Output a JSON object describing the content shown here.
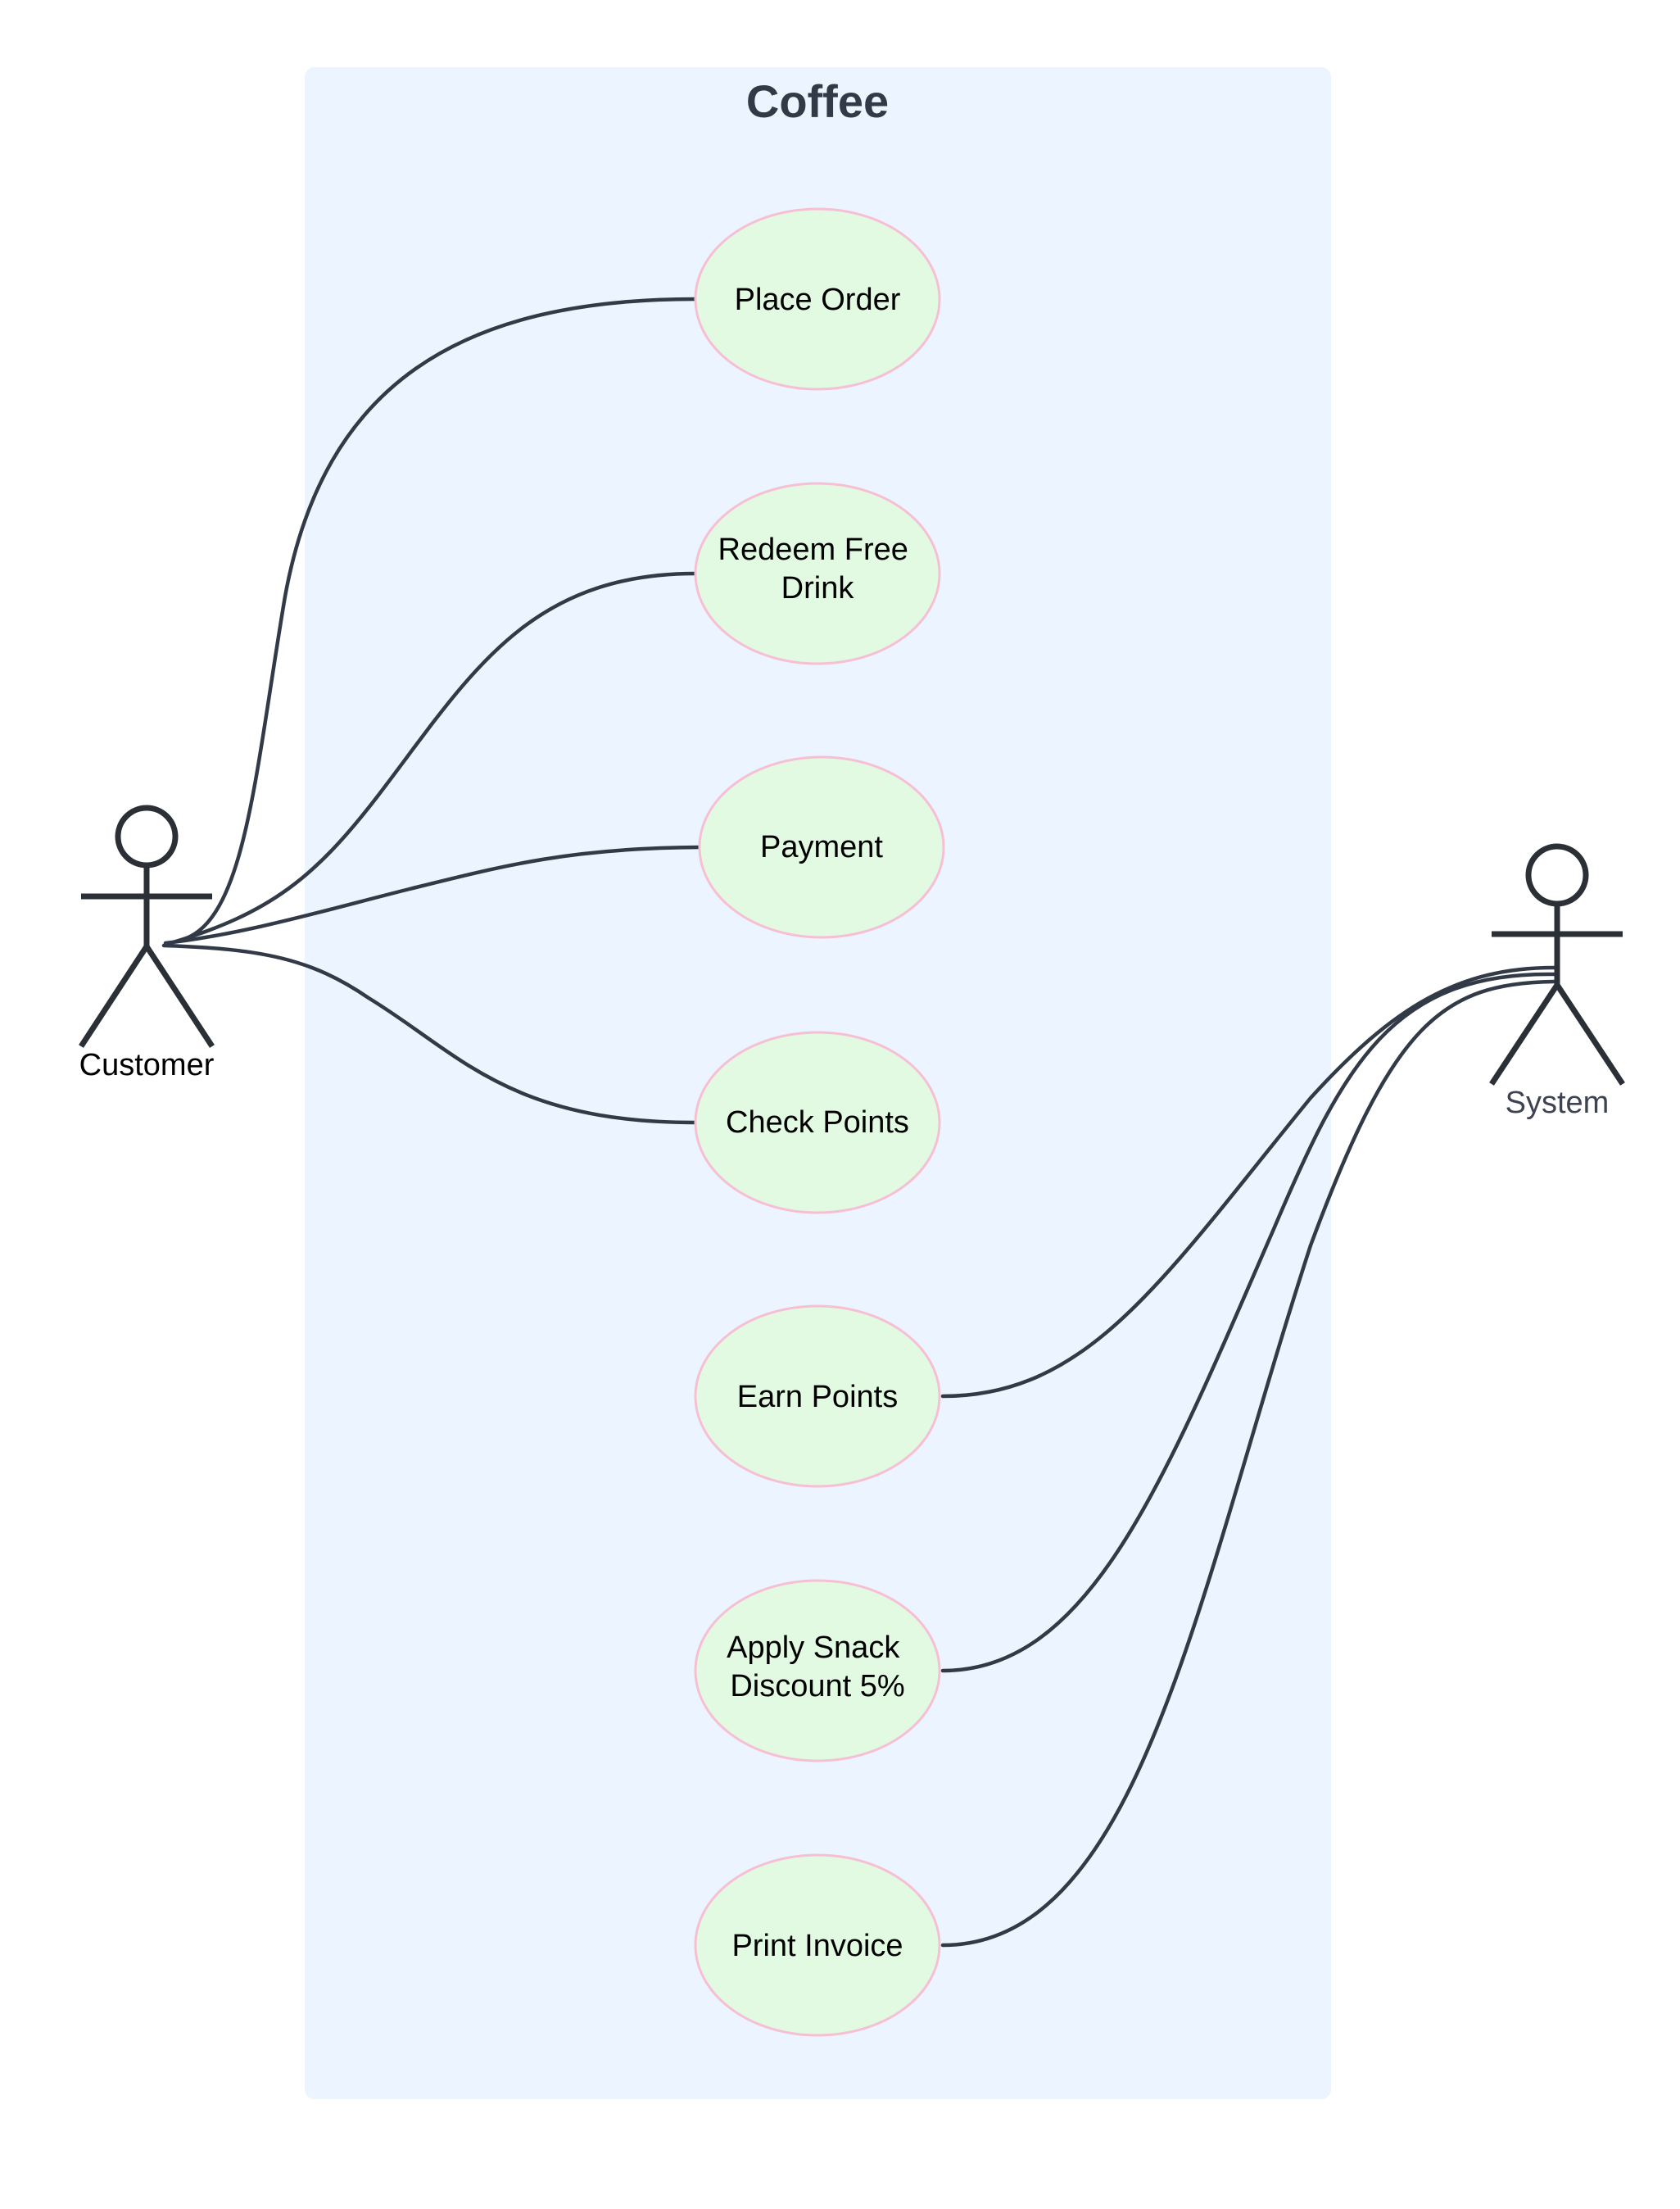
{
  "diagram": {
    "boundary": {
      "title": "Coffee",
      "fill": "#ecf4ff"
    },
    "actors": [
      {
        "id": "customer",
        "name": "Customer",
        "label_color": "#000000"
      },
      {
        "id": "system",
        "name": "System",
        "label_color": "#3d4350"
      }
    ],
    "use_cases": [
      {
        "id": "place-order",
        "lines": [
          "Place Order"
        ]
      },
      {
        "id": "redeem-free-drink",
        "lines": [
          "Redeem Free",
          "Drink"
        ]
      },
      {
        "id": "payment",
        "lines": [
          "Payment"
        ]
      },
      {
        "id": "check-points",
        "lines": [
          "Check Points"
        ]
      },
      {
        "id": "earn-points",
        "lines": [
          "Earn Points"
        ]
      },
      {
        "id": "apply-snack-discount",
        "lines": [
          "Apply Snack",
          "Discount 5%"
        ]
      },
      {
        "id": "print-invoice",
        "lines": [
          "Print Invoice"
        ]
      }
    ],
    "associations": [
      {
        "actor": "customer",
        "use_case": "place-order"
      },
      {
        "actor": "customer",
        "use_case": "redeem-free-drink"
      },
      {
        "actor": "customer",
        "use_case": "payment"
      },
      {
        "actor": "customer",
        "use_case": "check-points"
      },
      {
        "actor": "system",
        "use_case": "earn-points"
      },
      {
        "actor": "system",
        "use_case": "apply-snack-discount"
      },
      {
        "actor": "system",
        "use_case": "print-invoice"
      }
    ],
    "colors": {
      "use_case_fill": "#e2fae2",
      "use_case_stroke": "#f7bfd3",
      "line": "#333a47",
      "actor_stroke": "#2b2f36"
    }
  }
}
